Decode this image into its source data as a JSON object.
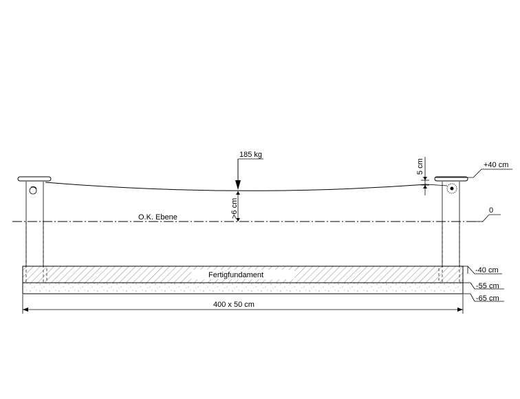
{
  "labels": {
    "load": "185 kg",
    "clearance": ">6 cm",
    "sag": "5 cm",
    "level_top": "+40 cm",
    "level_zero": "0",
    "ground_level": "O.K. Ebene",
    "foundation": "Fertigfundament",
    "level_foundation_top": "-40 cm",
    "level_foundation_bottom": "-55 cm",
    "level_base_bottom": "-65 cm",
    "dimension": "400 x 50 cm"
  }
}
